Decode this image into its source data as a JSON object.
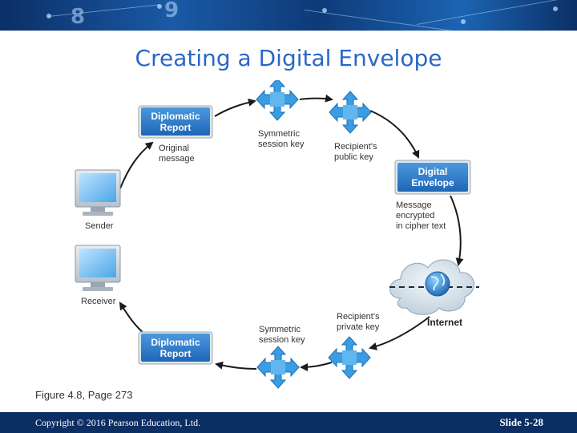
{
  "slide": {
    "title": "Creating a Digital Envelope",
    "caption": "Figure 4.8, Page 273",
    "footer": {
      "copyright": "Copyright © 2016 Pearson Education, Ltd.",
      "slide_number": "Slide 5-28"
    }
  },
  "banner": {
    "glyphs": [
      "8",
      "9"
    ]
  },
  "diagram": {
    "documents": {
      "top": "Diplomatic Report",
      "envelope": "Digital Envelope",
      "bottom": "Diplomatic Report"
    },
    "labels": {
      "original_message": [
        "Original",
        "message"
      ],
      "symmetric_key_top": [
        "Symmetric",
        "session key"
      ],
      "recipient_public_key": [
        "Recipient's",
        "public key"
      ],
      "message_encrypted": [
        "Message",
        "encrypted",
        "in cipher text"
      ],
      "internet": "Internet",
      "recipient_private_key": [
        "Recipient's",
        "private key"
      ],
      "symmetric_key_bottom": [
        "Symmetric",
        "session key"
      ],
      "sender": "Sender",
      "receiver": "Receiver"
    },
    "colors": {
      "doc_blue": "#2f7fd0",
      "key_blue": "#3a9de3",
      "arrow": "#1a1a1a"
    }
  }
}
